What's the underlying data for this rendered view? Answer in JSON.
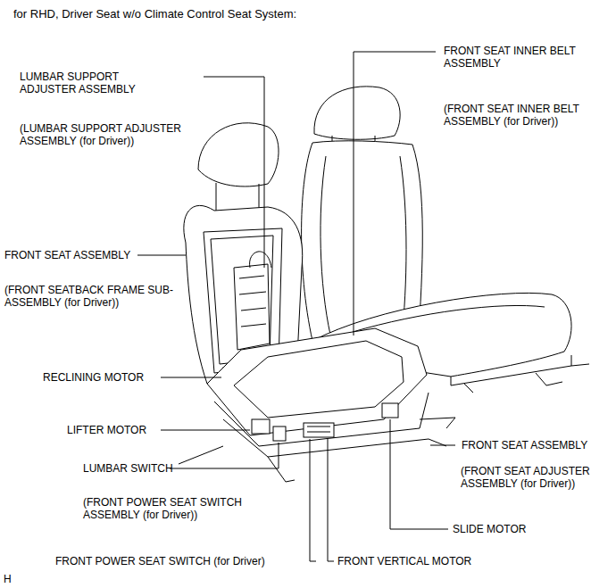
{
  "diagram": {
    "title": "for RHD, Driver Seat w/o Climate Control Seat System:",
    "labels": [
      "FRONT SEAT INNER BELT ASSEMBLY",
      "(FRONT SEAT INNER BELT ASSEMBLY (for Driver))",
      "LUMBAR SUPPORT ADJUSTER ASSEMBLY",
      "(LUMBAR SUPPORT ADJUSTER ASSEMBLY (for Driver))",
      "FRONT SEAT ASSEMBLY",
      "(FRONT SEATBACK FRAME SUB-ASSEMBLY (for Driver))",
      "RECLINING MOTOR",
      "LIFTER MOTOR",
      "FRONT SEAT ASSEMBLY",
      "(FRONT SEAT ADJUSTER ASSEMBLY (for Driver))",
      "LUMBAR SWITCH",
      "(FRONT POWER SEAT SWITCH ASSEMBLY (for Driver))",
      "SLIDE MOTOR",
      "FRONT POWER SEAT SWITCH (for Driver)",
      "FRONT VERTICAL MOTOR",
      "H"
    ]
  }
}
